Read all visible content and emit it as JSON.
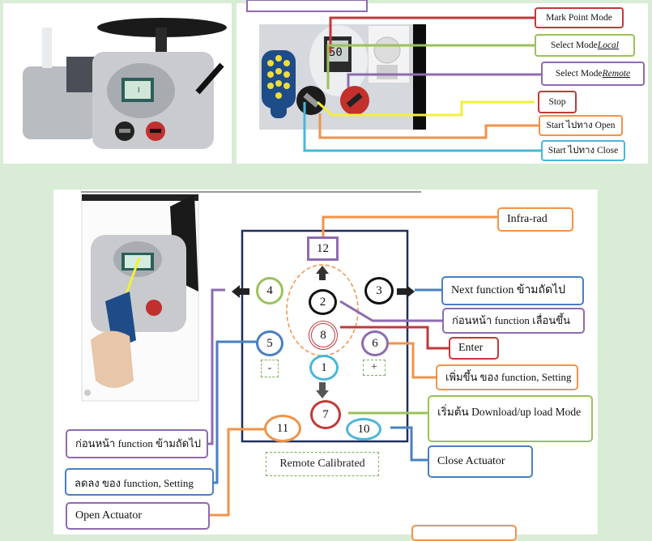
{
  "top_right": {
    "display_value": "50",
    "labels": {
      "mark_point": "Mark Point Mode",
      "select_local_prefix": "Select Mode ",
      "select_local_em": "Local",
      "select_remote_prefix": "Select Mode ",
      "select_remote_em": "Remote",
      "stop": "Stop",
      "start_open": "Start ไปทาง Open",
      "start_close": "Start ไปทาง Close"
    }
  },
  "remote": {
    "buttons": {
      "b1": "1",
      "b2": "2",
      "b3": "3",
      "b4": "4",
      "b5": "5",
      "b6": "6",
      "b7": "7",
      "b8": "8",
      "b10": "10",
      "b11": "11",
      "b12": "12"
    },
    "minus": "-",
    "plus": "+",
    "calibrated": "Remote   Calibrated"
  },
  "labels": {
    "infrared": "Infra-rad",
    "next_function": "Next  function ข้ามถัดไป",
    "prev_function_up": "ก่อนหน้า  function เลื่อนขึ้น",
    "enter": "Enter",
    "increase": "เพิ่มขึ้น ของ function, Setting",
    "download_mode": "เริ่มต้น Download/up load Mode",
    "close_actuator": "Close  Actuator",
    "prev_function_skip": "ก่อนหน้า   function  ข้ามถัดไป",
    "decrease": "ลดลง ของ function, Setting",
    "open_actuator": "Open  Actuator"
  },
  "colors": {
    "orange": "#f0934a",
    "green": "#9bc15a",
    "purple": "#8e6bb0",
    "blue": "#4a7fc0",
    "red": "#c0393b",
    "teal": "#4bb6d8",
    "yellow": "#f3ef3a",
    "navy": "#1f2e5e"
  }
}
